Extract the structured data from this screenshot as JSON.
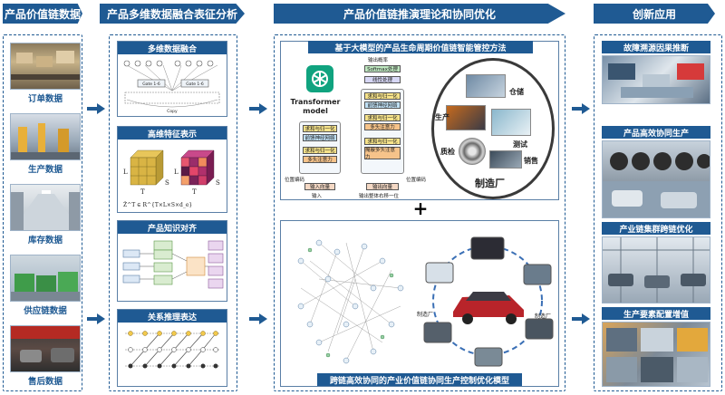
{
  "headers": {
    "col1": "产品价值链数据",
    "col2": "产品多维数据融合表征分析",
    "col3": "产品价值链推演理论和协同优化",
    "col4": "创新应用"
  },
  "col1": {
    "items": [
      {
        "label": "订单数据"
      },
      {
        "label": "生产数据"
      },
      {
        "label": "库存数据"
      },
      {
        "label": "供应链数据"
      },
      {
        "label": "售后数据"
      }
    ]
  },
  "col2": {
    "sections": [
      {
        "title": "多维数据融合"
      },
      {
        "title": "高维特征表示"
      },
      {
        "title": "产品知识对齐"
      },
      {
        "title": "关系推理表达"
      }
    ],
    "tensor_axes": {
      "L": "L",
      "T": "T",
      "S": "S"
    },
    "tensor_formula": "Ẑ^T ∈ R^{T×L×S×d_e}",
    "diagram_labels": {
      "gate": "Gate 1-6",
      "copy": "Copy"
    }
  },
  "col3": {
    "top_title": "基于大模型的产品生命周期价值链智能管控方法",
    "plus": "+",
    "bottom_title": "跨链高效协同的产业价值链协同生产控制优化模型",
    "transformer": {
      "name_line1": "Transformer",
      "name_line2": "model",
      "out_prob": "输出概率",
      "softmax": "Softmax处理",
      "linear": "线性处理",
      "add_norm": "求和与归一化",
      "ff": "前馈神经网络",
      "mha": "多头注意力",
      "masked_mha": "掩蔽多头注意力",
      "pos_enc": "位置编码",
      "input_vec": "输入向量",
      "output_vec": "输出向量",
      "input": "输入",
      "output_shift": "输出整体右移一位"
    },
    "factory": {
      "center": "制造厂",
      "labels": [
        "仓储",
        "生产",
        "质检",
        "测试",
        "销售"
      ]
    },
    "ring_label": "制造厂"
  },
  "col4": {
    "items": [
      {
        "label": "故障溯源因果推断"
      },
      {
        "label": "产品高效协同生产"
      },
      {
        "label": "产业链集群跨链优化"
      },
      {
        "label": "生产要素配置增值"
      }
    ]
  },
  "colors": {
    "primary": "#1f5a93",
    "accent_red": "#c0392b"
  }
}
